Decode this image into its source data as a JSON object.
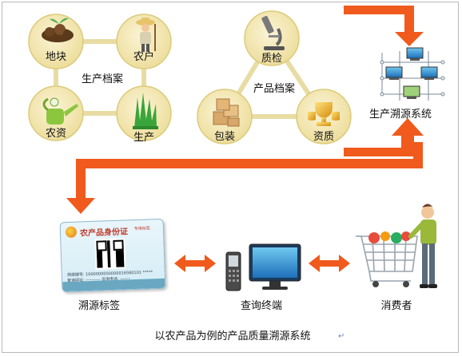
{
  "diagram_title": "以农产品为例的产品质量溯源系统",
  "production_archive": {
    "label": "生产档案",
    "nodes": {
      "plot": "地块",
      "farmer": "农户",
      "inputs": "农资",
      "production": "生产"
    }
  },
  "product_archive": {
    "label": "产品档案",
    "nodes": {
      "inspection": "质检",
      "packaging": "包装",
      "qualification": "资质"
    }
  },
  "system": {
    "label": "生产溯源系统"
  },
  "bottom_row": {
    "tag_label": "溯源标签",
    "terminal_label": "查询终端",
    "consumer_label": "消费者"
  },
  "id_card": {
    "title": "农产品身份证",
    "subtitle": "专用标签",
    "code_line": "溯源编号: 1000000000000016580101 *****",
    "info_line": "查询网址:  ----------  咨询电话: -------"
  },
  "colors": {
    "node_fill": "#f4e9b6",
    "node_border": "#dccb7a",
    "connector": "#e8dca4",
    "arrow": "#f05a1c"
  },
  "icons": [
    "soil-icon",
    "farmer-icon",
    "watering-can-icon",
    "grass-icon",
    "microscope-icon",
    "boxes-icon",
    "trophy-icon",
    "network-icon",
    "phone-icon",
    "monitor-icon",
    "shopper-icon"
  ]
}
